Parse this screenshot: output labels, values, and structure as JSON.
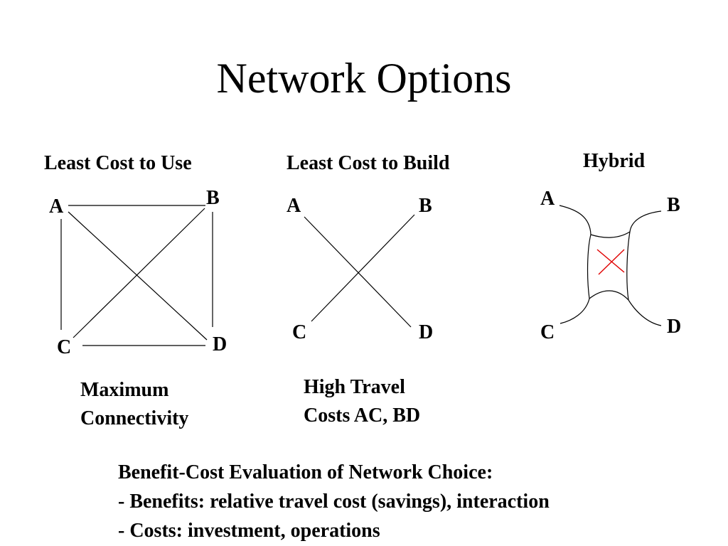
{
  "title": "Network Options",
  "panels": {
    "least_cost_use": {
      "heading": "Least Cost to Use",
      "nodes": {
        "a": "A",
        "b": "B",
        "c": "C",
        "d": "D"
      },
      "caption": [
        "Maximum",
        "Connectivity"
      ]
    },
    "least_cost_build": {
      "heading": "Least Cost to Build",
      "nodes": {
        "a": "A",
        "b": "B",
        "c": "C",
        "d": "D"
      },
      "caption": [
        "High Travel",
        "Costs AC, BD"
      ]
    },
    "hybrid": {
      "heading": "Hybrid",
      "nodes": {
        "a": "A",
        "b": "B",
        "c": "C",
        "d": "D"
      }
    }
  },
  "footer": [
    "Benefit-Cost Evaluation of Network Choice:",
    "- Benefits: relative travel cost (savings), interaction",
    "- Costs: investment, operations"
  ],
  "colors": {
    "lines": "#000000",
    "hybrid_cross": "#e00000"
  }
}
